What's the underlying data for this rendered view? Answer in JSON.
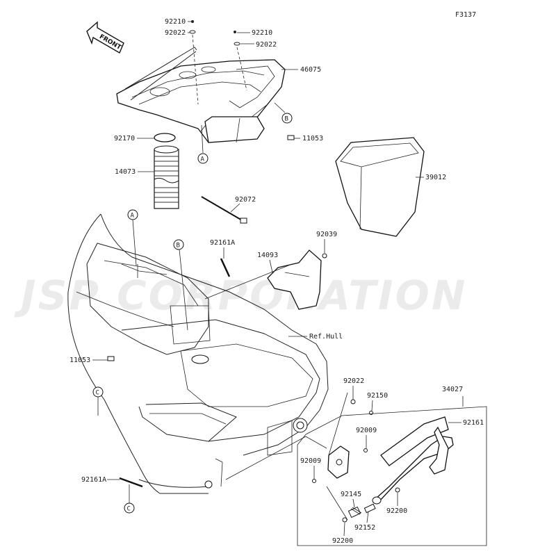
{
  "figure_code": "F3137",
  "front_label": "FRONT",
  "watermark_text": "JSP CORPORATION",
  "parts": {
    "p92210a": "92210",
    "p92022a": "92022",
    "p92210b": "92210",
    "p92022b": "92022",
    "p46075": "46075",
    "p92170": "92170",
    "p11053a": "11053",
    "p14073": "14073",
    "p39012": "39012",
    "p92072": "92072",
    "p92161a1": "92161A",
    "p92039": "92039",
    "p14093": "14093",
    "p_ref_hull": "Ref.Hull",
    "p11053b": "11053",
    "p34027": "34027",
    "p92022c": "92022",
    "p92150": "92150",
    "p92161": "92161",
    "p92009a": "92009",
    "p92009b": "92009",
    "p92145": "92145",
    "p92200a": "92200",
    "p92152": "92152",
    "p92200b": "92200",
    "p92161a2": "92161A"
  },
  "callouts": {
    "a1": "A",
    "a2": "A",
    "b1": "B",
    "b2": "B",
    "c1": "C",
    "c2": "C"
  }
}
